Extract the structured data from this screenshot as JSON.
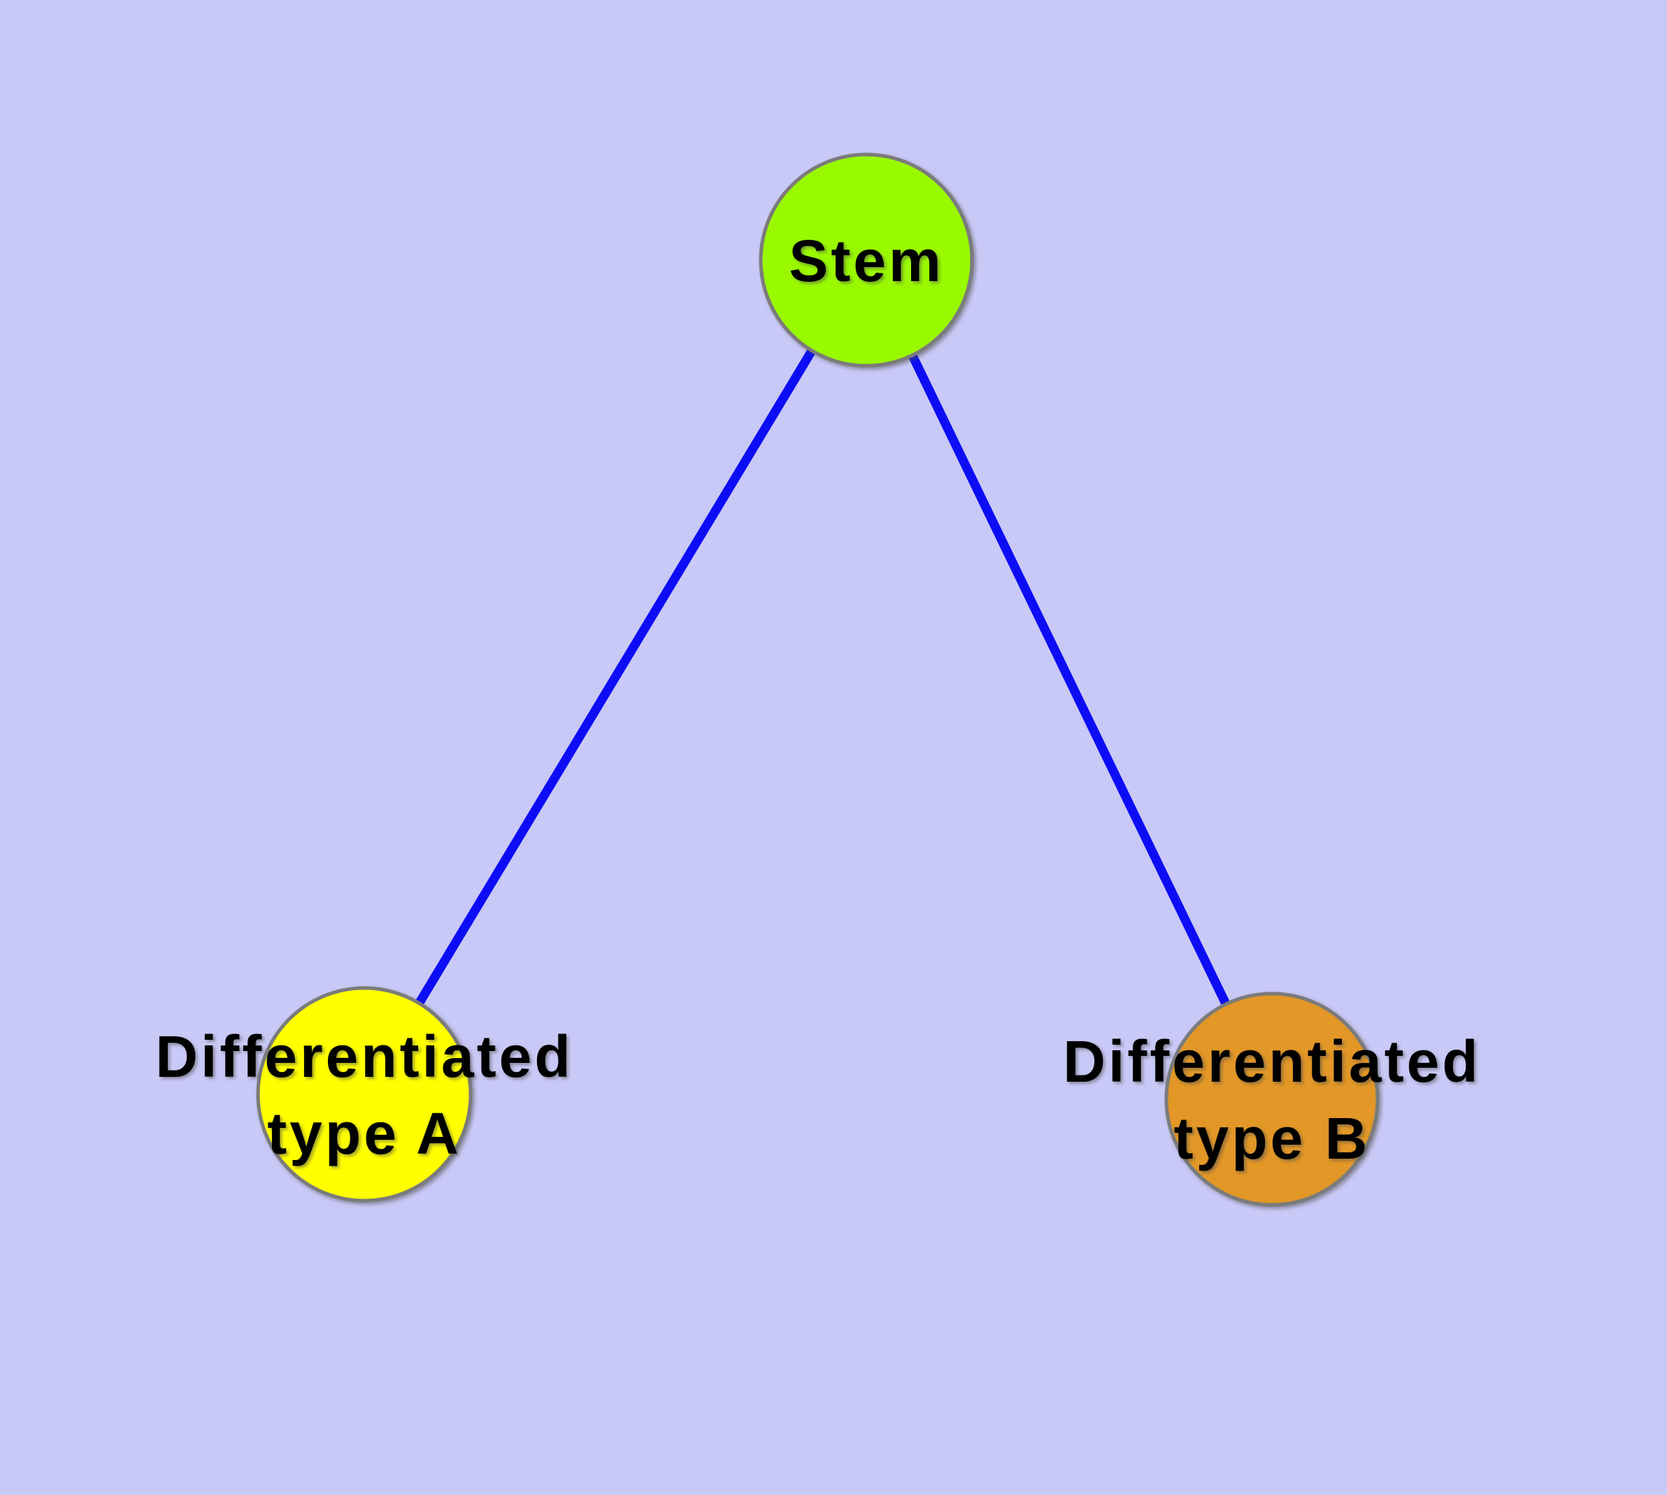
{
  "diagram": {
    "type": "graph",
    "background_color": "#c9c9f7",
    "edge_color": "#0d0df5",
    "node_border_color": "#7b7b7b",
    "text_color": "#000000",
    "nodes": {
      "stem": {
        "label": "Stem",
        "fill_color": "#99fa00"
      },
      "type_a": {
        "label": "Differentiated type A",
        "label_line1": "Differentiated",
        "label_line2": "type A",
        "fill_color": "#ffff00"
      },
      "type_b": {
        "label": "Differentiated type B",
        "label_line1": "Differentiated",
        "label_line2": "type B",
        "fill_color": "#e29726"
      }
    },
    "edges": [
      {
        "from": "Stem",
        "to": "Differentiated type A"
      },
      {
        "from": "Stem",
        "to": "Differentiated type B"
      }
    ]
  }
}
